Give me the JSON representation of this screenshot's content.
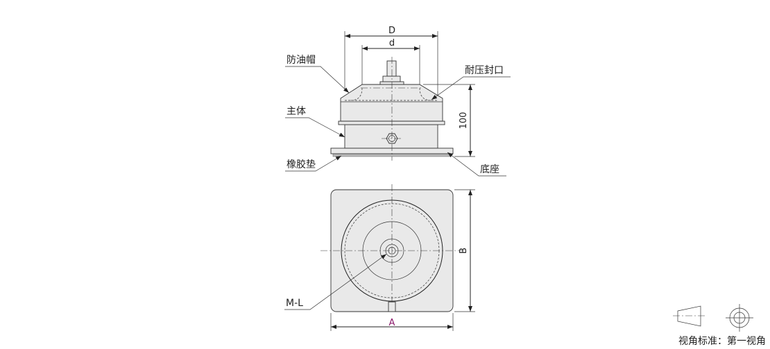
{
  "front_view": {
    "dimensions": {
      "outer_diameter": "D",
      "inner_diameter": "d",
      "height": "100"
    },
    "callouts": {
      "oil_cap": "防油帽",
      "pressure_seal": "耐压封口",
      "main_body": "主体",
      "rubber_pad": "橡胶垫",
      "base": "底座"
    }
  },
  "bottom_view": {
    "dimensions": {
      "width": "B"
    },
    "callouts": {
      "thread": "M-L",
      "view_marker": "A"
    },
    "colors": {
      "view_marker": "#8b1a6b"
    }
  },
  "projection_note": {
    "text": "视角标准：第一视角"
  }
}
